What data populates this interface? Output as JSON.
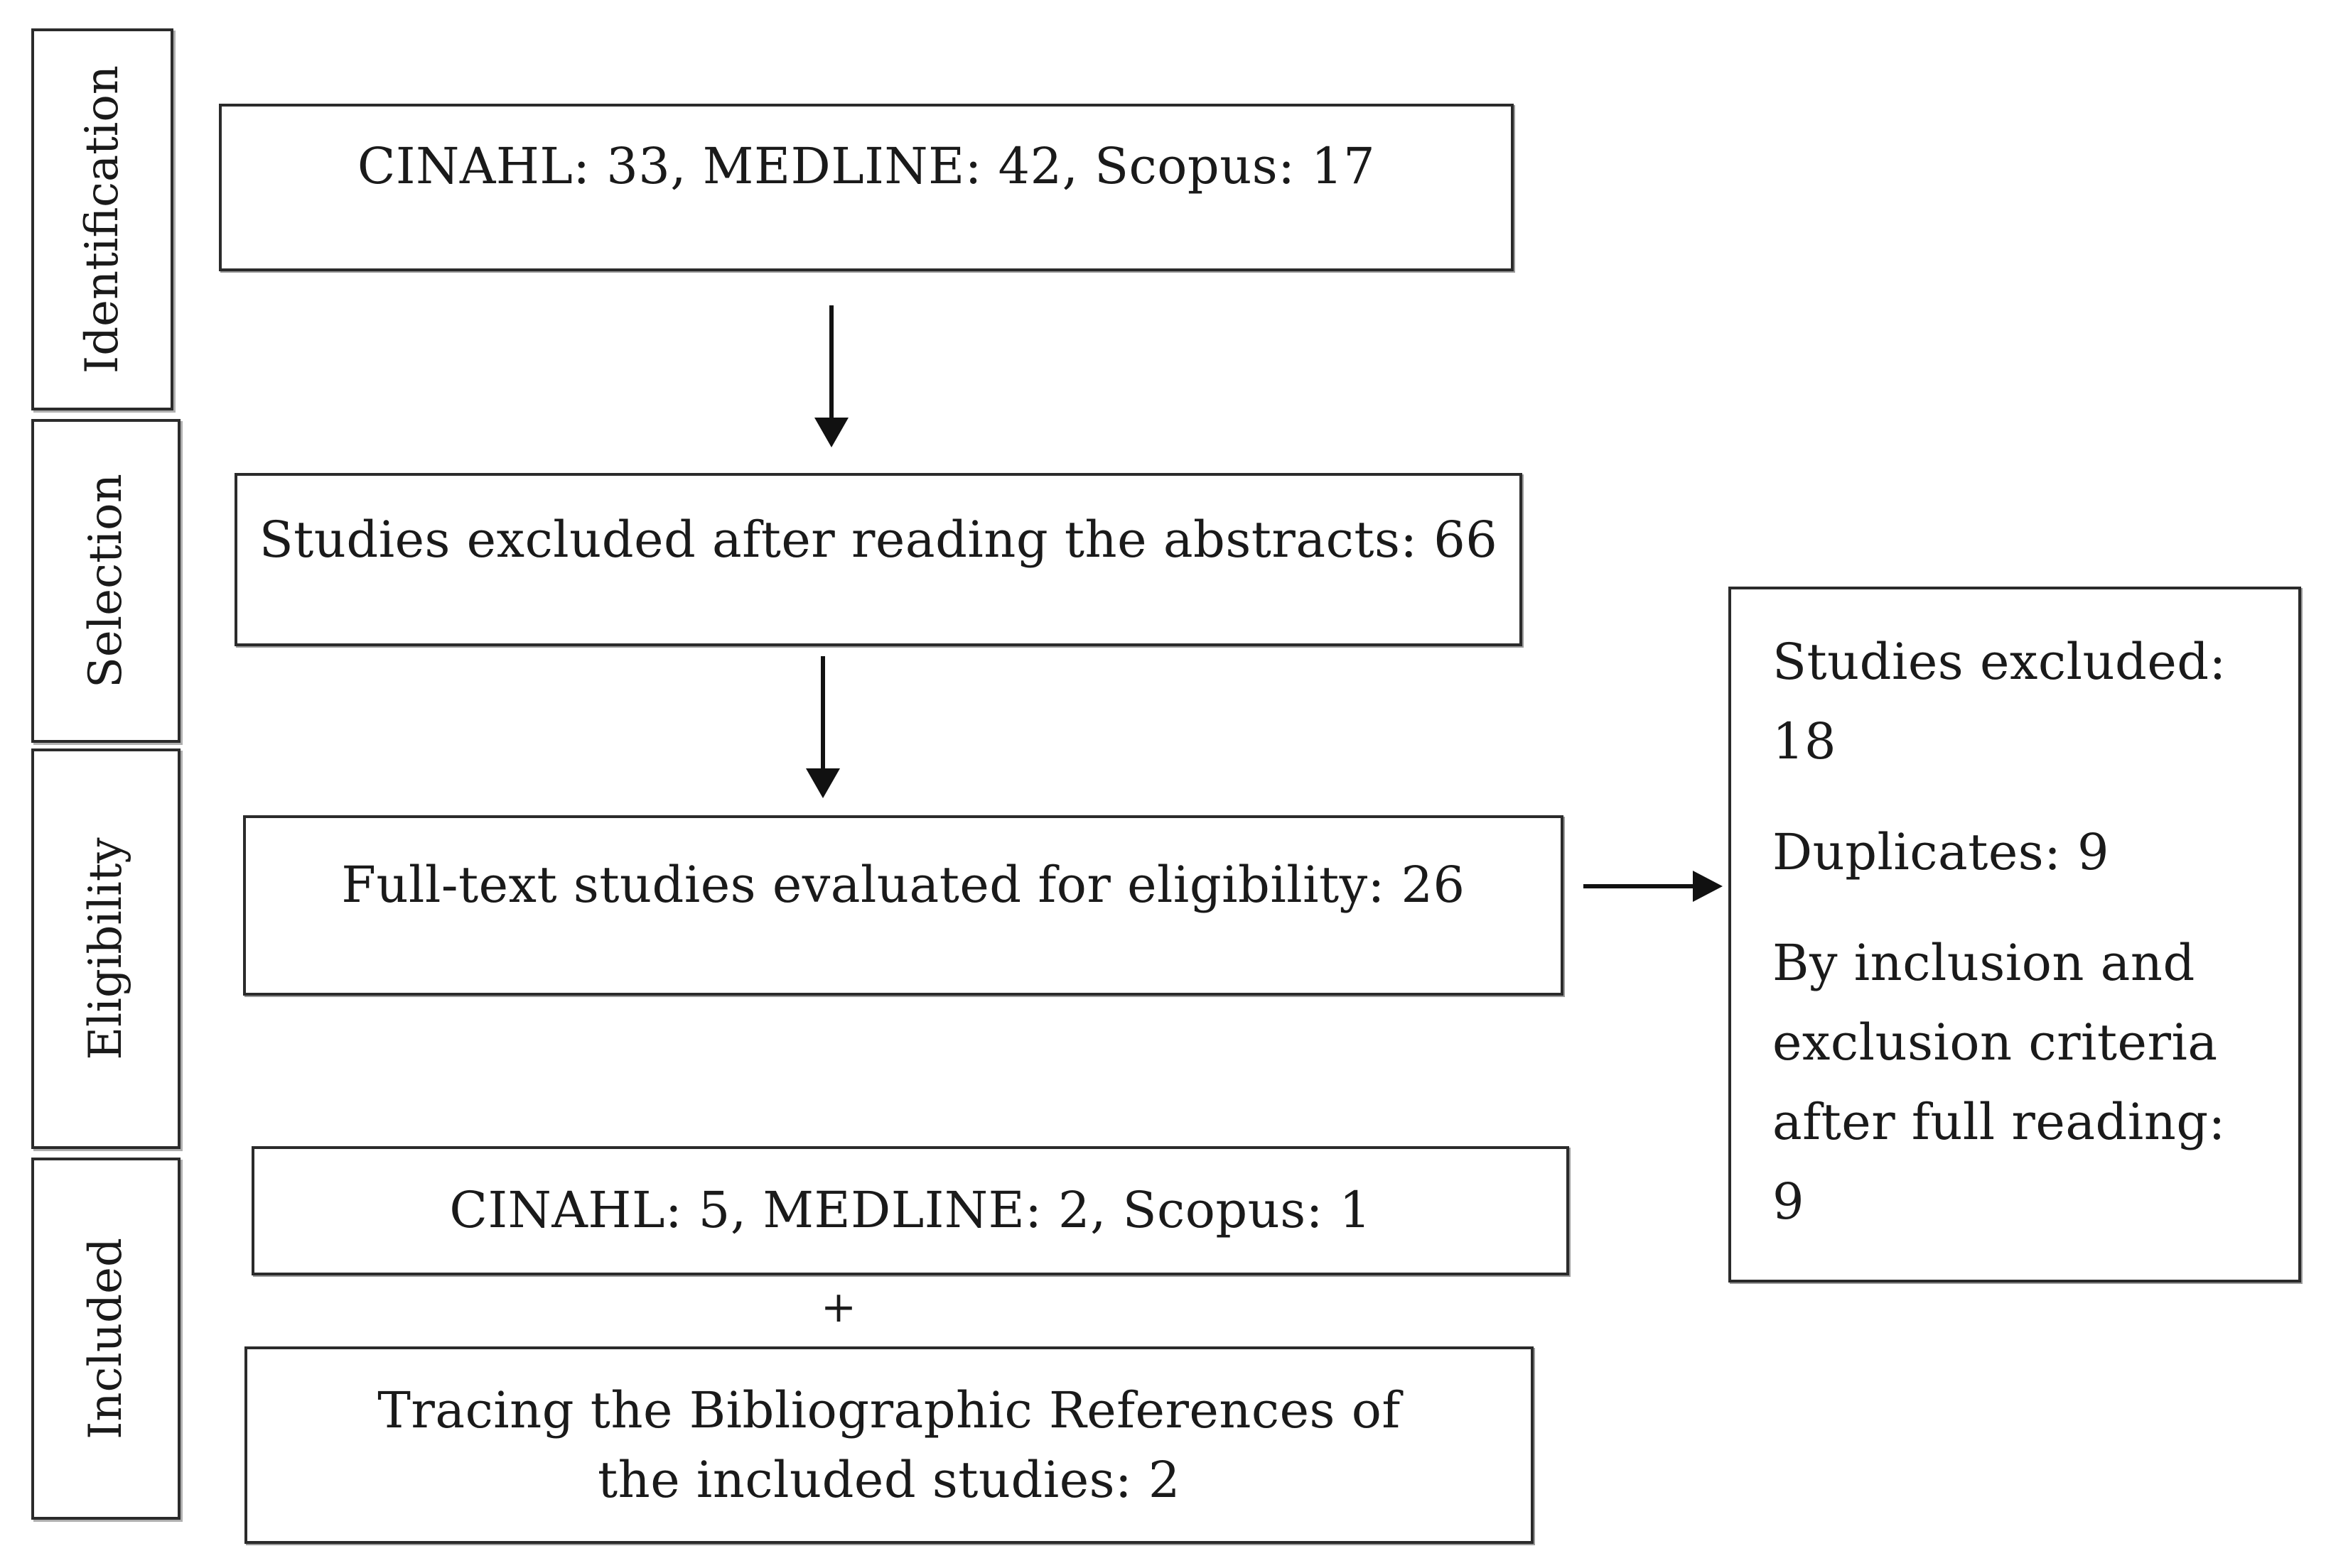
{
  "stages": {
    "identification": "Identification",
    "selection": "Selection",
    "eligibility": "Eligibility",
    "included": "Included"
  },
  "boxes": {
    "identification": "CINAHL: 33, MEDLINE: 42, Scopus: 17",
    "selection": "Studies excluded after reading the abstracts: 66",
    "eligibility": "Full-text studies evaluated for eligibility: 26",
    "included": "CINAHL: 5, MEDLINE: 2, Scopus: 1",
    "tracing": "Tracing the Bibliographic References of the included studies: 2"
  },
  "plus": "+",
  "excluded": {
    "title": "Studies excluded: 18",
    "duplicates": "Duplicates: 9",
    "criteria": "By inclusion and exclusion criteria after full reading: 9"
  }
}
